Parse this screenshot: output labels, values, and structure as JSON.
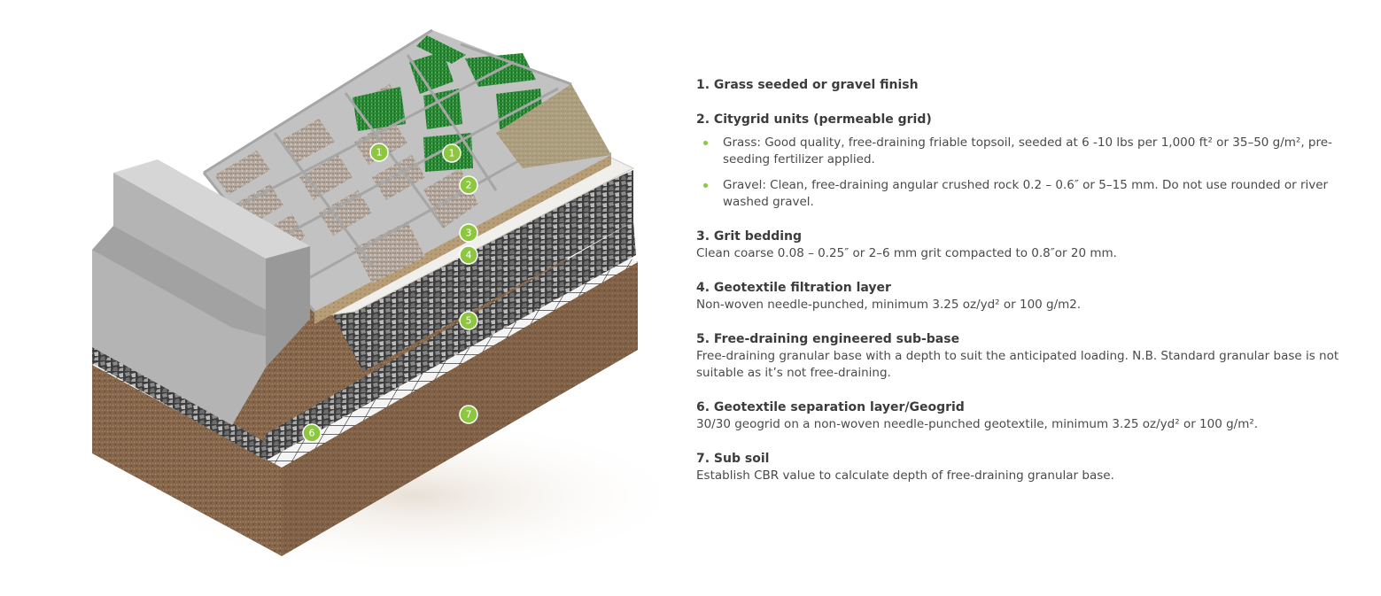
{
  "colors": {
    "accent": "#8dc63f",
    "grass": "#2f8a3a",
    "concrete": "#b8b8b8",
    "subsoil": "#8a6a4e",
    "gravel": "#5a5a5a",
    "bedding": "#b59a72"
  },
  "markers": [
    "1",
    "1",
    "2",
    "3",
    "4",
    "5",
    "6",
    "7"
  ],
  "layers": [
    {
      "title": "1. Grass seeded or gravel finish"
    },
    {
      "title": "2. Citygrid units (permeable grid)",
      "bullets": [
        "Grass: Good quality, free-draining friable topsoil, seeded at 6 -10 lbs per 1,000 ft² or 35–50 g/m², pre-seeding fertilizer applied.",
        "Gravel: Clean, free-draining angular crushed rock 0.2 – 0.6″ or 5–15 mm. Do not use rounded or river washed gravel."
      ]
    },
    {
      "title": "3. Grit bedding",
      "desc": "Clean coarse 0.08 – 0.25″ or 2–6 mm grit compacted to 0.8″or 20 mm."
    },
    {
      "title": "4. Geotextile filtration layer",
      "desc": "Non-woven needle-punched, minimum 3.25 oz/yd² or 100 g/m2."
    },
    {
      "title": "5. Free-draining engineered sub-base",
      "desc": "Free-draining granular base with a depth to suit the anticipated loading. N.B. Standard granular base is not suitable as it’s not free-draining."
    },
    {
      "title": "6. Geotextile separation layer/Geogrid",
      "desc": "30/30 geogrid on a non-woven needle-punched geotextile, minimum 3.25 oz/yd² or 100 g/m²."
    },
    {
      "title": "7. Sub soil",
      "desc": "Establish CBR value to calculate depth of free-draining granular base."
    }
  ]
}
